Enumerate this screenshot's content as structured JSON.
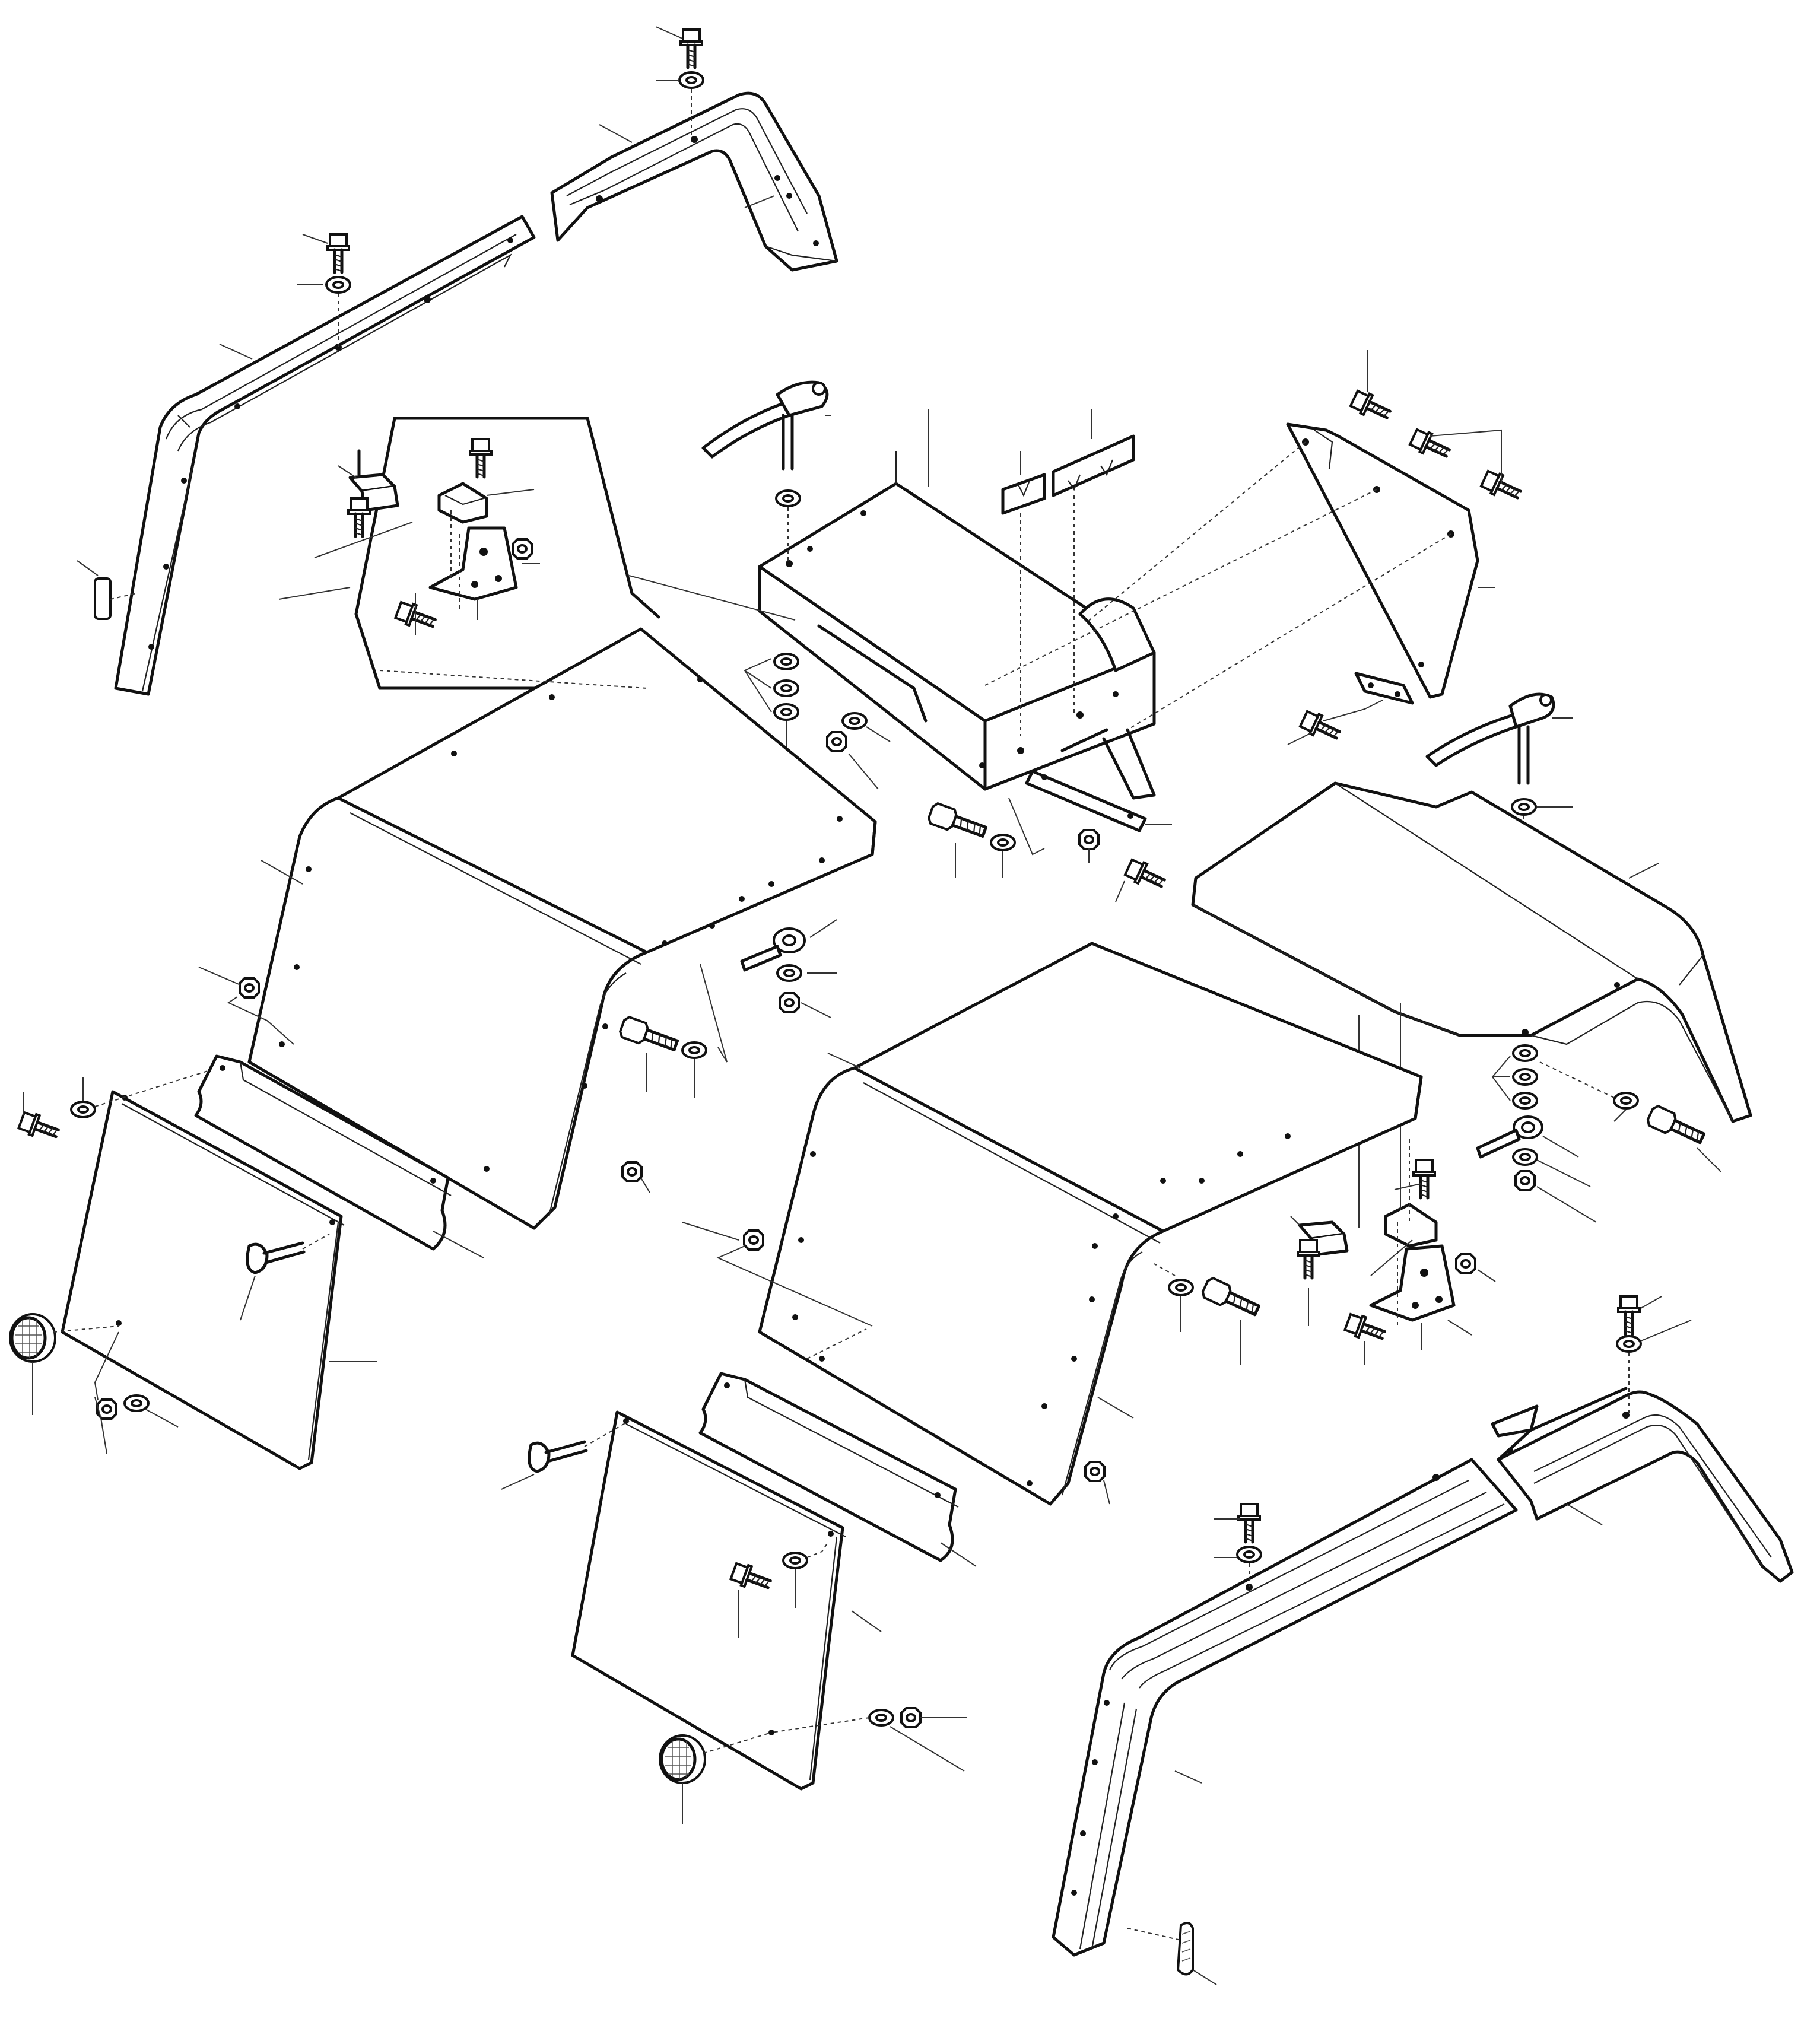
{
  "diagram": {
    "type": "exploded-parts-view",
    "stroke_color": "#111111",
    "background": "#ffffff",
    "parts": [
      {
        "name": "rear-fender-arch-top",
        "kind": "fender"
      },
      {
        "name": "front-fender-arch-top-left",
        "kind": "fender"
      },
      {
        "name": "fender-panel-left",
        "kind": "fender-panel"
      },
      {
        "name": "fender-panel-center",
        "kind": "fender-panel"
      },
      {
        "name": "fender-panel-right",
        "kind": "fender-panel"
      },
      {
        "name": "seat-bracket-box",
        "kind": "bracket"
      },
      {
        "name": "side-plate-right",
        "kind": "plate"
      },
      {
        "name": "mudflap-left",
        "kind": "mudflap"
      },
      {
        "name": "mudflap-center",
        "kind": "mudflap"
      },
      {
        "name": "mudflap-strip-left",
        "kind": "strip"
      },
      {
        "name": "mudflap-strip-center",
        "kind": "strip"
      },
      {
        "name": "front-fender-arch-bottom-right",
        "kind": "fender"
      },
      {
        "name": "rear-fender-arch-bottom-right",
        "kind": "fender"
      },
      {
        "name": "clamp-lever-left",
        "kind": "lever"
      },
      {
        "name": "clamp-lever-right",
        "kind": "lever"
      },
      {
        "name": "reflector-left",
        "kind": "reflector"
      },
      {
        "name": "reflector-right",
        "kind": "reflector"
      },
      {
        "name": "rear-lamp-left",
        "kind": "lamp"
      },
      {
        "name": "rear-lamp-center",
        "kind": "lamp"
      },
      {
        "name": "mounting-bracket-left",
        "kind": "bracket"
      },
      {
        "name": "mounting-bracket-right",
        "kind": "bracket"
      },
      {
        "name": "shim-small",
        "kind": "shim"
      },
      {
        "name": "shim-large",
        "kind": "shim"
      }
    ]
  }
}
